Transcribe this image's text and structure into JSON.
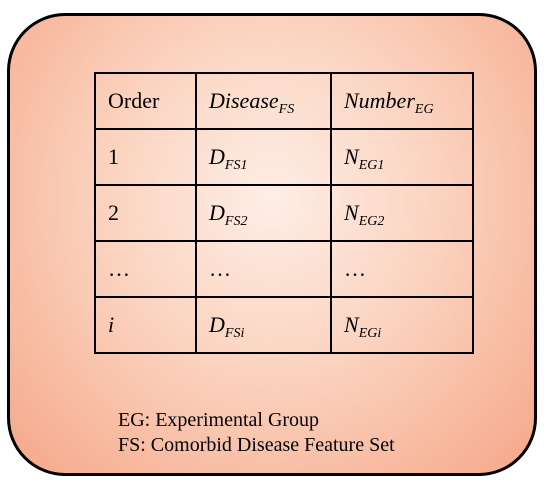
{
  "table": {
    "header": [
      {
        "main": "Order",
        "sub": ""
      },
      {
        "main": "Disease",
        "sub": "FS"
      },
      {
        "main": "Number",
        "sub": "EG"
      }
    ],
    "rows": [
      [
        {
          "main": "1",
          "sub": ""
        },
        {
          "main": "D",
          "sub": "FS1"
        },
        {
          "main": "N",
          "sub": "EG1"
        }
      ],
      [
        {
          "main": "2",
          "sub": ""
        },
        {
          "main": "D",
          "sub": "FS2"
        },
        {
          "main": "N",
          "sub": "EG2"
        }
      ],
      [
        {
          "main": "…",
          "sub": ""
        },
        {
          "main": "…",
          "sub": ""
        },
        {
          "main": "…",
          "sub": ""
        }
      ],
      [
        {
          "main": "i",
          "sub": ""
        },
        {
          "main": "D",
          "sub": "FSi"
        },
        {
          "main": "N",
          "sub": "EGi"
        }
      ]
    ]
  },
  "legend": {
    "line1": "EG: Experimental Group",
    "line2": "FS: Comorbid Disease Feature Set"
  },
  "colors": {
    "panel_center": "#fdeee6",
    "panel_edge": "#f5a788",
    "border": "#000000"
  }
}
